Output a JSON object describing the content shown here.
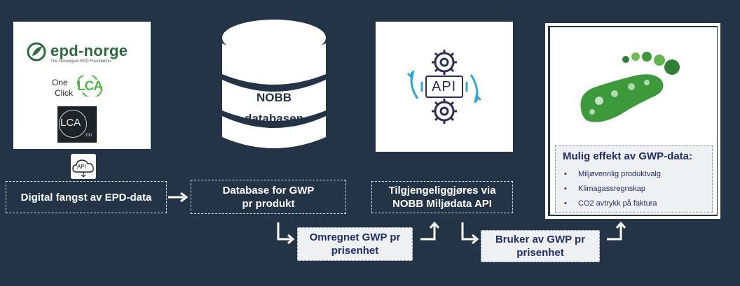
{
  "logos": {
    "epd_name": "epd-norge",
    "epd_tagline": "The Norwegian EPD Foundation",
    "oneclick_one": "One",
    "oneclick_click": "Click",
    "oneclick_lca": "LCA",
    "lca_no_main": "LCA",
    "lca_no_suffix": ".no",
    "api_cloud": "API"
  },
  "database": {
    "line1": "NOBB",
    "line2": "databasen"
  },
  "api_panel": {
    "label": "API"
  },
  "steps": {
    "capture": "Digital fangst av EPD-data",
    "db_line1": "Database for GWP",
    "db_line2": "pr produkt",
    "api_line1": "Tilgjengeliggjøres via",
    "api_line2": "NOBB Miljødata API"
  },
  "conversions": {
    "converted_line1": "Omregnet GWP pr",
    "converted_line2": "prisenhet",
    "usage_line1": "Bruker av GWP pr",
    "usage_line2": "prisenhet"
  },
  "effect": {
    "title": "Mulig effekt av GWP-data:",
    "items": [
      "Miljøvennlig produktvalg",
      "Klimagassregnskap",
      "CO2 avtrykk på faktura"
    ]
  },
  "colors": {
    "background": "#243447",
    "navy_text": "#1f2f6b",
    "green": "#4dbb3f",
    "api_blue": "#2aa7d9",
    "gear": "#2b2f55"
  }
}
